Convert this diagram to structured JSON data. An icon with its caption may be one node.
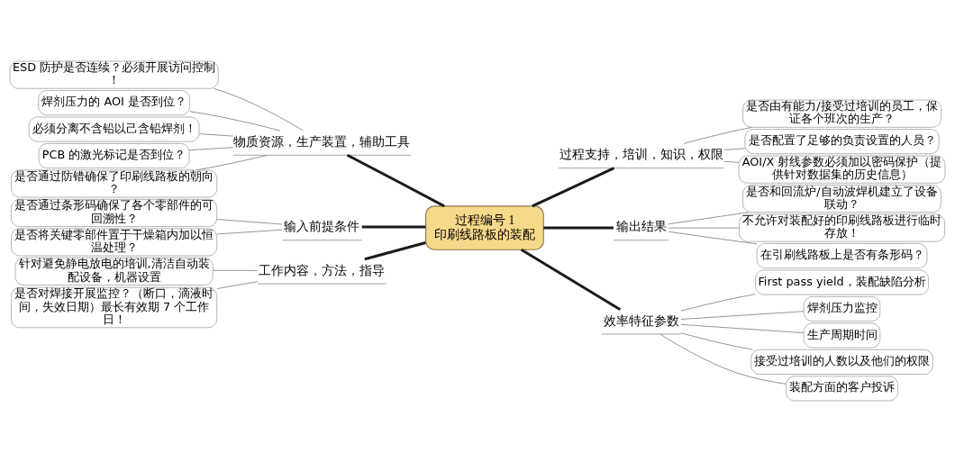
{
  "diagram": {
    "nodes": [
      {
        "text": [
          "过程编号 1",
          "印刷线路板的装配"
        ]
      },
      {
        "text": [
          "物质资源，生产装置，辅助工具"
        ]
      },
      {
        "text": [
          "ESD 防护是否连续？必须开展访问控制！"
        ]
      },
      {
        "text": [
          "焊剂压力的 AOI 是否到位？"
        ]
      },
      {
        "text": [
          "必须分离不含铅以己含铅焊剂！"
        ]
      },
      {
        "text": [
          "PCB 的激光标记是否到位？"
        ]
      },
      {
        "text": [
          "是否通过防错确保了印刷线路板的朝向？"
        ]
      },
      {
        "text": [
          "过程支持，培训，知识，权限"
        ]
      },
      {
        "text": [
          "是否由有能力/接受过培训的员工，保证各个班次的生产？"
        ]
      },
      {
        "text": [
          "是否配置了足够的负责设置的人员？"
        ]
      },
      {
        "text": [
          "AOI/X 射线参数必须加以密码保护（提供针对数据集的历史信息）"
        ]
      },
      {
        "text": [
          "输入前提条件"
        ]
      },
      {
        "text": [
          "是否通过条形码确保了各个零部件的可回溯性？"
        ]
      },
      {
        "text": [
          "是否将关键零部件置于干燥箱内加以恒温处理？"
        ]
      },
      {
        "text": [
          "输出结果"
        ]
      },
      {
        "text": [
          "是否和回流炉/自动波焊机建立了设备联动？"
        ]
      },
      {
        "text": [
          "不允许对装配好的印刷线路板进行临时存放！"
        ]
      },
      {
        "text": [
          "在引刷线路板上是否有条形码？"
        ]
      },
      {
        "text": [
          "工作内容，方法，指导"
        ]
      },
      {
        "text": [
          "针对避免静电放电的培训,清洁自动装配设备，机器设置"
        ]
      },
      {
        "text": [
          "是否对焊接开展监控？（断口，滴液时间，失效日期）最长有效期 7 个工作日！"
        ]
      },
      {
        "text": [
          "效率特征参数"
        ]
      },
      {
        "text": [
          "First pass yield，装配缺陷分析"
        ]
      },
      {
        "text": [
          "焊剂压力监控"
        ]
      },
      {
        "text": [
          "生产周期时间"
        ]
      },
      {
        "text": [
          "接受过培训的人数以及他们的权限"
        ]
      },
      {
        "text": [
          "装配方面的客户投诉"
        ]
      }
    ],
    "edges": [
      {
        "from": 0,
        "to": 1,
        "arrow": "none",
        "style": "thick",
        "color": "#1a1a1a"
      },
      {
        "from": 1,
        "to": 2,
        "arrow": "none"
      },
      {
        "from": 1,
        "to": 3,
        "arrow": "none"
      },
      {
        "from": 1,
        "to": 4,
        "arrow": "none"
      },
      {
        "from": 1,
        "to": 5,
        "arrow": "none"
      },
      {
        "from": 1,
        "to": 6,
        "arrow": "none"
      },
      {
        "from": 0,
        "to": 7,
        "arrow": "none",
        "style": "thick",
        "color": "#1a1a1a"
      },
      {
        "from": 7,
        "to": 8,
        "arrow": "none"
      },
      {
        "from": 7,
        "to": 9,
        "arrow": "none"
      },
      {
        "from": 7,
        "to": 10,
        "arrow": "none"
      },
      {
        "from": 0,
        "to": 11,
        "arrow": "none",
        "style": "thick",
        "color": "#1a1a1a"
      },
      {
        "from": 11,
        "to": 12,
        "arrow": "none"
      },
      {
        "from": 11,
        "to": 13,
        "arrow": "none"
      },
      {
        "from": 0,
        "to": 14,
        "arrow": "none",
        "style": "thick",
        "color": "#1a1a1a"
      },
      {
        "from": 14,
        "to": 15,
        "arrow": "none"
      },
      {
        "from": 14,
        "to": 16,
        "arrow": "none"
      },
      {
        "from": 14,
        "to": 17,
        "arrow": "none"
      },
      {
        "from": 0,
        "to": 18,
        "arrow": "none",
        "style": "thick",
        "color": "#1a1a1a"
      },
      {
        "from": 18,
        "to": 19,
        "arrow": "none"
      },
      {
        "from": 18,
        "to": 20,
        "arrow": "none"
      },
      {
        "from": 0,
        "to": 21,
        "arrow": "none",
        "style": "thick",
        "color": "#1a1a1a"
      },
      {
        "from": 21,
        "to": 22,
        "arrow": "none"
      },
      {
        "from": 21,
        "to": 23,
        "arrow": "none"
      },
      {
        "from": 21,
        "to": 24,
        "arrow": "none"
      },
      {
        "from": 21,
        "to": 25,
        "arrow": "none"
      },
      {
        "from": 21,
        "to": 26,
        "arrow": "none"
      }
    ]
  }
}
